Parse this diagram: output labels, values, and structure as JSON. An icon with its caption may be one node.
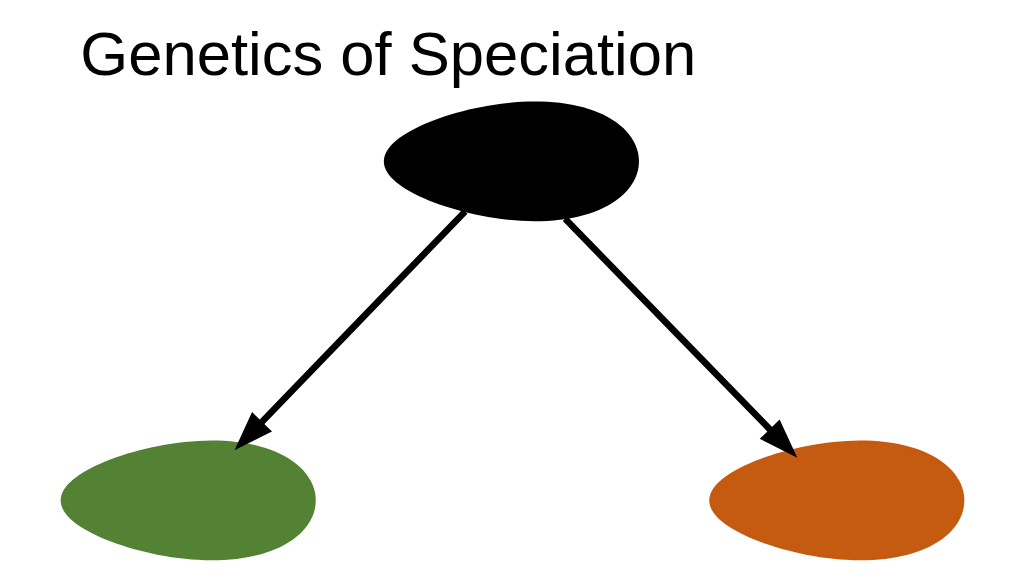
{
  "diagram": {
    "title": "Genetics of Speciation",
    "nodes": [
      {
        "text": [],
        "shape": "fish"
      },
      {
        "text": [],
        "shape": "fish"
      },
      {
        "text": [],
        "shape": "fish"
      }
    ],
    "edges": [
      {
        "from": 0,
        "to": 1,
        "arrow": "to"
      },
      {
        "from": 0,
        "to": 2,
        "arrow": "to"
      }
    ]
  }
}
